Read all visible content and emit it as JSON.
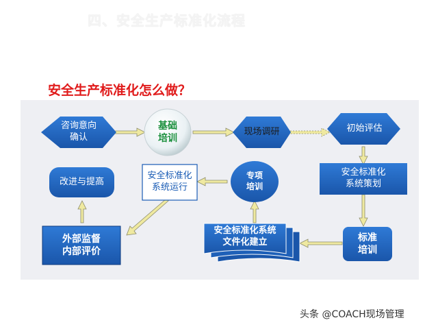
{
  "header": {
    "title": "四、安全生产标准化流程"
  },
  "diagram": {
    "title": "安全生产标准化怎么做？",
    "nodes": {
      "consult": "咨询意向\n确认",
      "training_basic": "基础\n培训",
      "survey": "现场调研",
      "initial_eval": "初始评估",
      "improve": "改进与提高",
      "operation": "安全标准化\n系统运行",
      "special_training": "专项\n培训",
      "planning": "安全标准化\n系统策划",
      "audit": "外部监督\n内部评价",
      "documentation": "安全标准化系统\n文件化建立",
      "standard_training": "标准\n培训"
    },
    "colors": {
      "primary": "#1a5cb5",
      "title": "#e01b1b",
      "arrow": "#e8e090",
      "panel": "#eeeff3"
    }
  },
  "watermark": "头条 @COACH现场管理"
}
